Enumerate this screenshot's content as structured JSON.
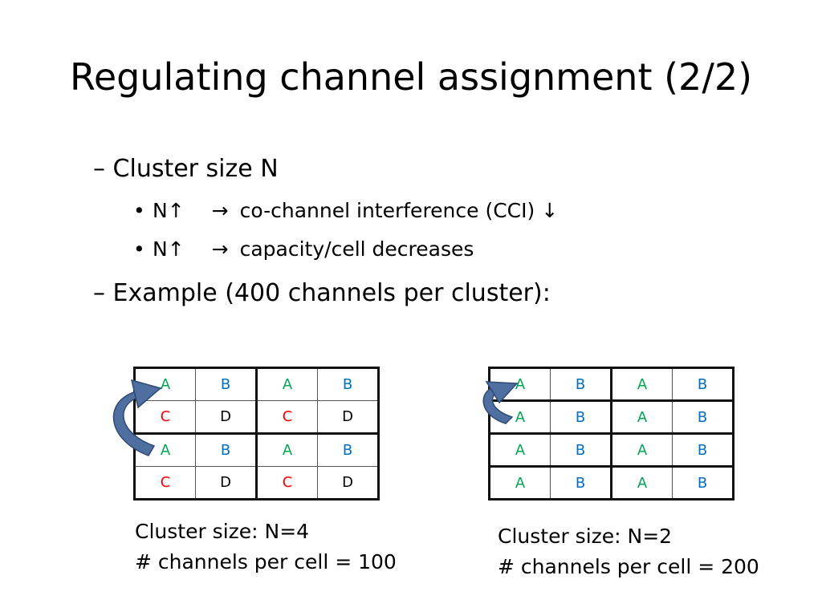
{
  "slide": {
    "title": "Regulating channel assignment (2/2)",
    "bullets": {
      "cluster_size": "– Cluster size N",
      "sub1": {
        "bullet": "•",
        "n": "N↑",
        "arrow": "→",
        "text": "co-channel interference (CCI) ↓"
      },
      "sub2": {
        "bullet": "•",
        "n": "N↑",
        "arrow": "→",
        "text": "capacity/cell decreases"
      },
      "example": "– Example (400 channels per cluster):"
    }
  },
  "colors": {
    "A": "#00A651",
    "B": "#0070C0",
    "C": "#FF0000",
    "D": "#000000",
    "arrow_fill": "#4F6FA0",
    "arrow_stroke": "#2F4A75"
  },
  "left_grid": {
    "rows": [
      [
        "A",
        "B",
        "A",
        "B"
      ],
      [
        "C",
        "D",
        "C",
        "D"
      ],
      [
        "A",
        "B",
        "A",
        "B"
      ],
      [
        "C",
        "D",
        "C",
        "D"
      ]
    ],
    "caption_line1": "Cluster size: N=4",
    "caption_line2": "# channels per cell = 100"
  },
  "right_grid": {
    "rows": [
      [
        "A",
        "B",
        "A",
        "B"
      ],
      [
        "A",
        "B",
        "A",
        "B"
      ],
      [
        "A",
        "B",
        "A",
        "B"
      ],
      [
        "A",
        "B",
        "A",
        "B"
      ]
    ],
    "caption_line1": "Cluster size: N=2",
    "caption_line2": "# channels per cell = 200"
  }
}
